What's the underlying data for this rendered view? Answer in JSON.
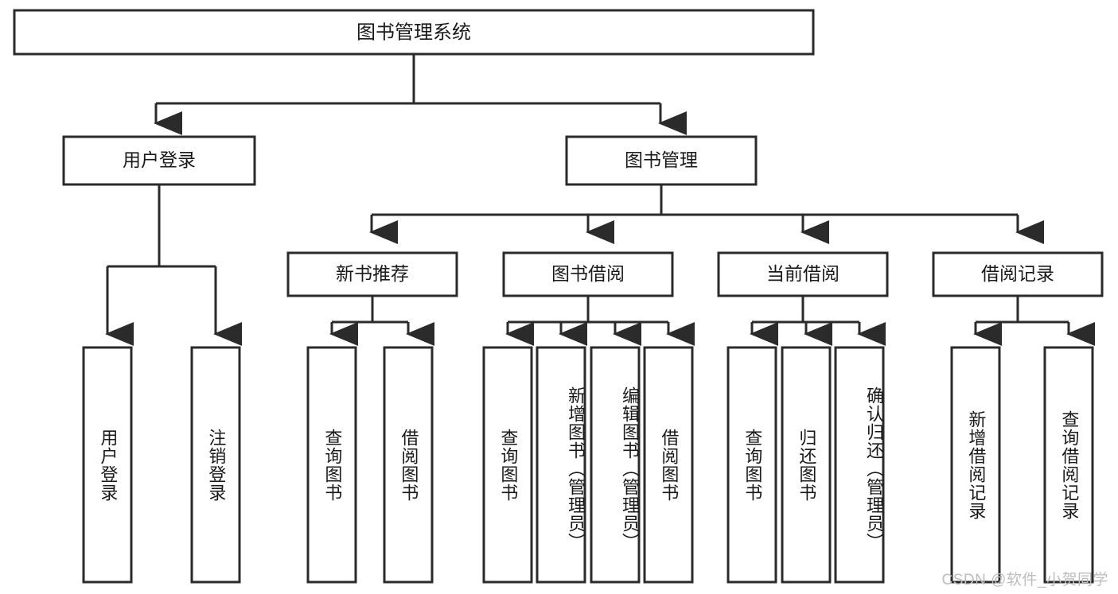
{
  "diagram": {
    "type": "tree-hierarchy",
    "title": "图书管理系统",
    "orientation": "top-down",
    "colors": {
      "stroke": "#2b2b2b",
      "box_fill": "#ffffff",
      "text": "#1a1a1a",
      "background": "#ffffff",
      "watermark": "#bdbdbd"
    }
  },
  "root": {
    "label": "图书管理系统"
  },
  "level2": [
    {
      "label": "用户登录"
    },
    {
      "label": "图书管理"
    }
  ],
  "level3": [
    {
      "label": "新书推荐"
    },
    {
      "label": "图书借阅"
    },
    {
      "label": "当前借阅"
    },
    {
      "label": "借阅记录"
    }
  ],
  "leaves": {
    "user_login": [
      {
        "label": "用户登录"
      },
      {
        "label": "注销登录"
      }
    ],
    "new_book_recommend": [
      {
        "label": "查询图书"
      },
      {
        "label": "借阅图书"
      }
    ],
    "book_borrow": [
      {
        "label": "查询图书"
      },
      {
        "label": "新增图书（管理员）"
      },
      {
        "label": "编辑图书（管理员）"
      },
      {
        "label": "借阅图书"
      }
    ],
    "current_borrow": [
      {
        "label": "查询图书"
      },
      {
        "label": "归还图书"
      },
      {
        "label": "确认归还（管理员）"
      }
    ],
    "borrow_records": [
      {
        "label": "新增借阅记录"
      },
      {
        "label": "查询借阅记录"
      }
    ]
  },
  "watermark": {
    "text": "CSDN @软件_小贺同学"
  }
}
